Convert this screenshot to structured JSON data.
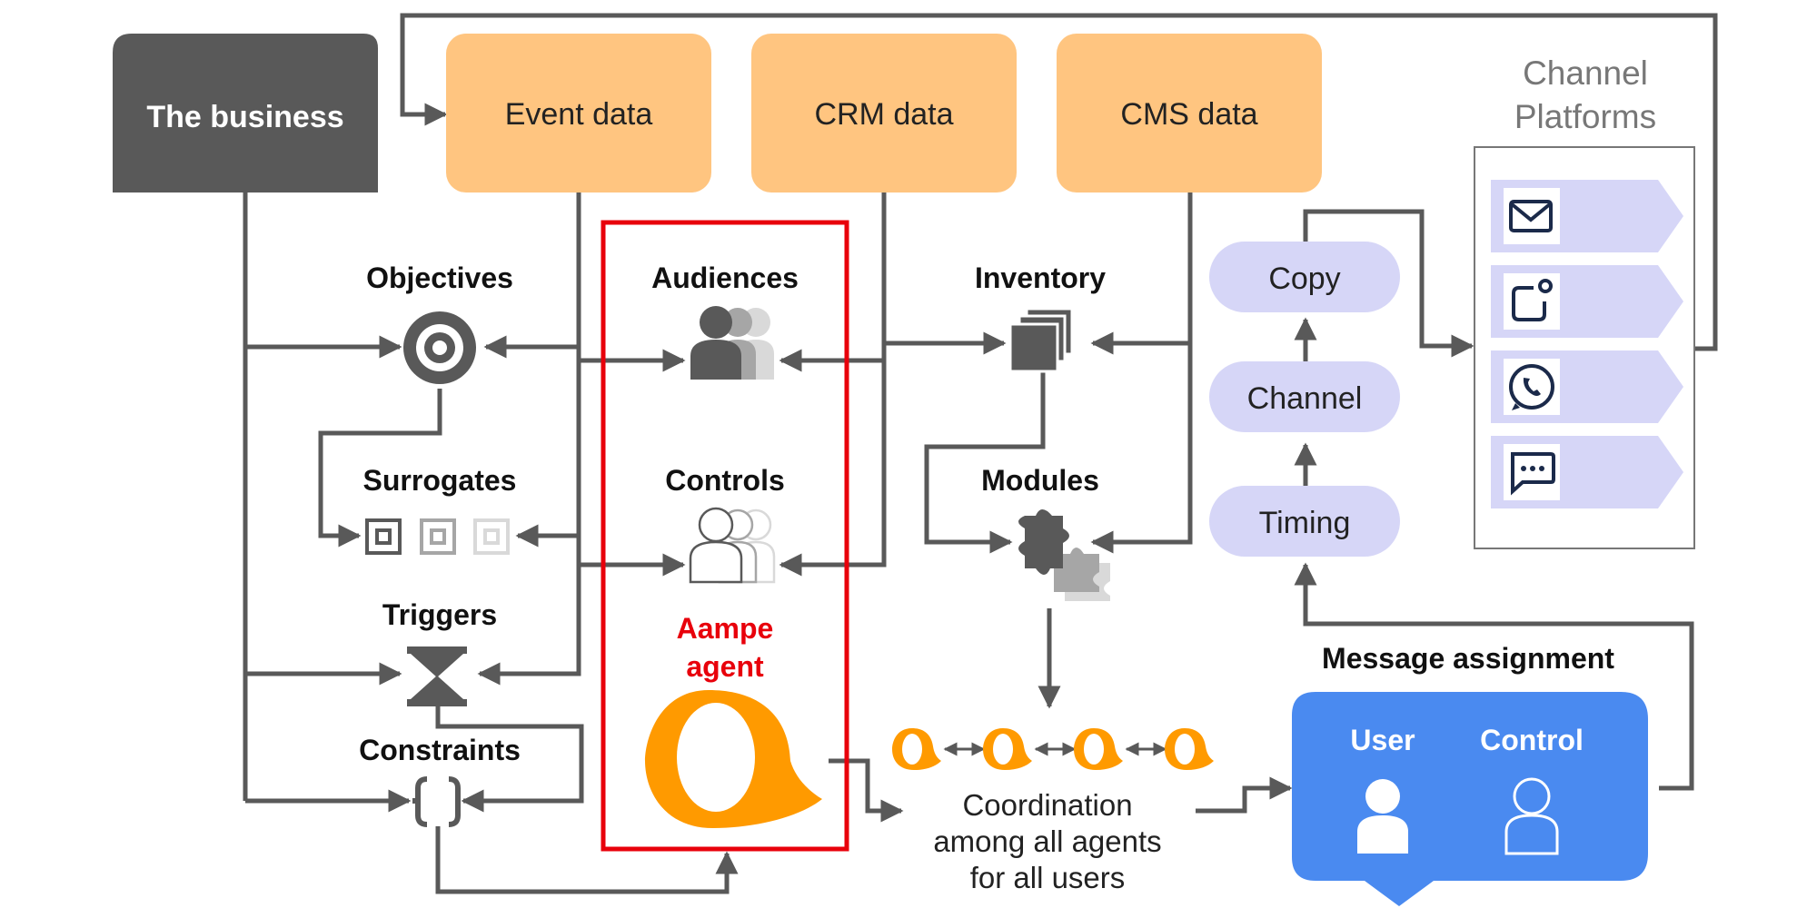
{
  "business": {
    "label": "The business"
  },
  "sources": [
    {
      "label": "Event data"
    },
    {
      "label": "CRM data"
    },
    {
      "label": "CMS data"
    }
  ],
  "channel_platforms": {
    "title_line1": "Channel",
    "title_line2": "Platforms",
    "icons": [
      "email-icon",
      "push-notification-icon",
      "whatsapp-icon",
      "sms-chat-icon"
    ]
  },
  "nodes": {
    "objectives": "Objectives",
    "audiences": "Audiences",
    "inventory": "Inventory",
    "surrogates": "Surrogates",
    "controls": "Controls",
    "modules": "Modules",
    "triggers": "Triggers",
    "constraints": "Constraints",
    "agent_line1": "Aampe",
    "agent_line2": "agent"
  },
  "pipeline": {
    "copy": "Copy",
    "channel": "Channel",
    "timing": "Timing"
  },
  "coordination": {
    "line1": "Coordination",
    "line2": "among all agents",
    "line3": "for all users"
  },
  "message_assignment": {
    "title": "Message assignment",
    "user": "User",
    "control": "Control"
  },
  "colors": {
    "business": "#595959",
    "source": "#FFC580",
    "pipeline": "#D6D6F7",
    "agent": "#FF9A00",
    "agent_box": "#E8000B",
    "assignment": "#4A8AF0",
    "line": "#595959"
  }
}
